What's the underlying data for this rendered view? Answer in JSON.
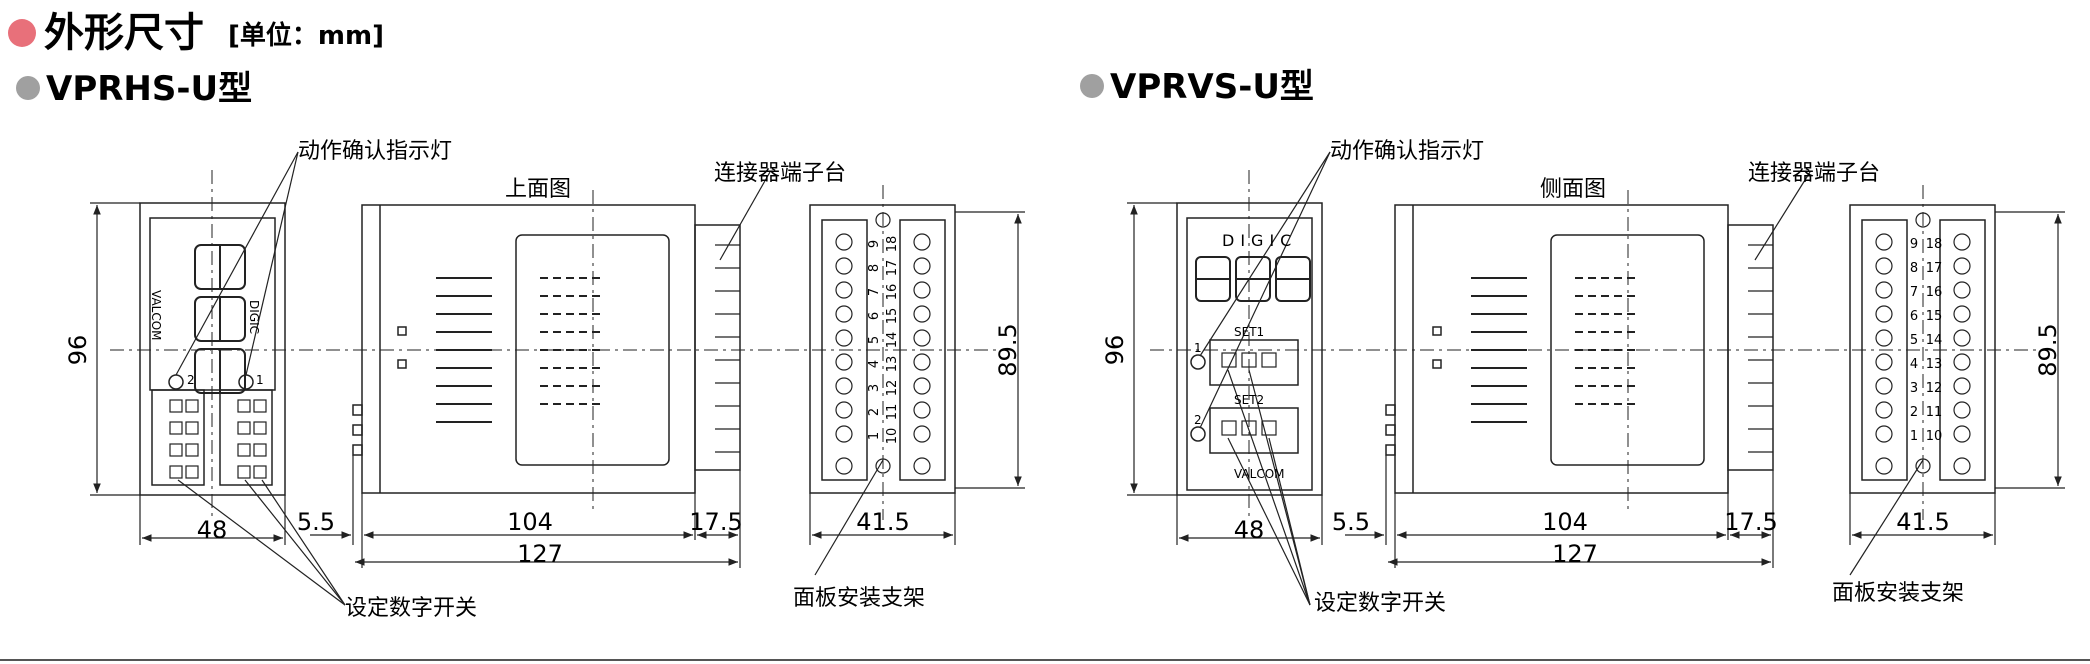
{
  "header": {
    "title": "外形尺寸",
    "unit": "[单位：mm]",
    "bullet_color": "#e8707a",
    "sub_bullet_color": "#a0a0a0"
  },
  "left": {
    "model": "VPRHS-U型",
    "callout_led": "动作确认指示灯",
    "callout_top": "上面图",
    "callout_connector": "连接器端子台",
    "callout_switch": "设定数字开关",
    "callout_bracket": "面板安装支架",
    "dim_96": "96",
    "dim_48": "48",
    "dim_5_5": "5.5",
    "dim_104": "104",
    "dim_17_5": "17.5",
    "dim_127": "127",
    "dim_41_5": "41.5",
    "dim_89_5": "89.5",
    "digic": "DIGIC",
    "brand": "VALCOM",
    "mark_1": "1",
    "mark_2": "2",
    "terminals_left": [
      "9",
      "8",
      "7",
      "6",
      "5",
      "4",
      "3",
      "2",
      "1"
    ],
    "terminals_right": [
      "18",
      "17",
      "16",
      "15",
      "14",
      "13",
      "12",
      "11",
      "10"
    ]
  },
  "right": {
    "model": "VPRVS-U型",
    "callout_led": "动作确认指示灯",
    "callout_side": "侧面图",
    "callout_connector": "连接器端子台",
    "callout_switch": "设定数字开关",
    "callout_bracket": "面板安装支架",
    "dim_96": "96",
    "dim_48": "48",
    "dim_5_5": "5.5",
    "dim_104": "104",
    "dim_17_5": "17.5",
    "dim_127": "127",
    "dim_41_5": "41.5",
    "dim_89_5": "89.5",
    "digic": "DIGIC",
    "set1": "SET1",
    "set2": "SET2",
    "brand": "VALCOM",
    "mark_1": "1",
    "mark_2": "2",
    "terminals_left": [
      "9",
      "8",
      "7",
      "6",
      "5",
      "4",
      "3",
      "2",
      "1"
    ],
    "terminals_right": [
      "18",
      "17",
      "16",
      "15",
      "14",
      "13",
      "12",
      "11",
      "10"
    ]
  }
}
